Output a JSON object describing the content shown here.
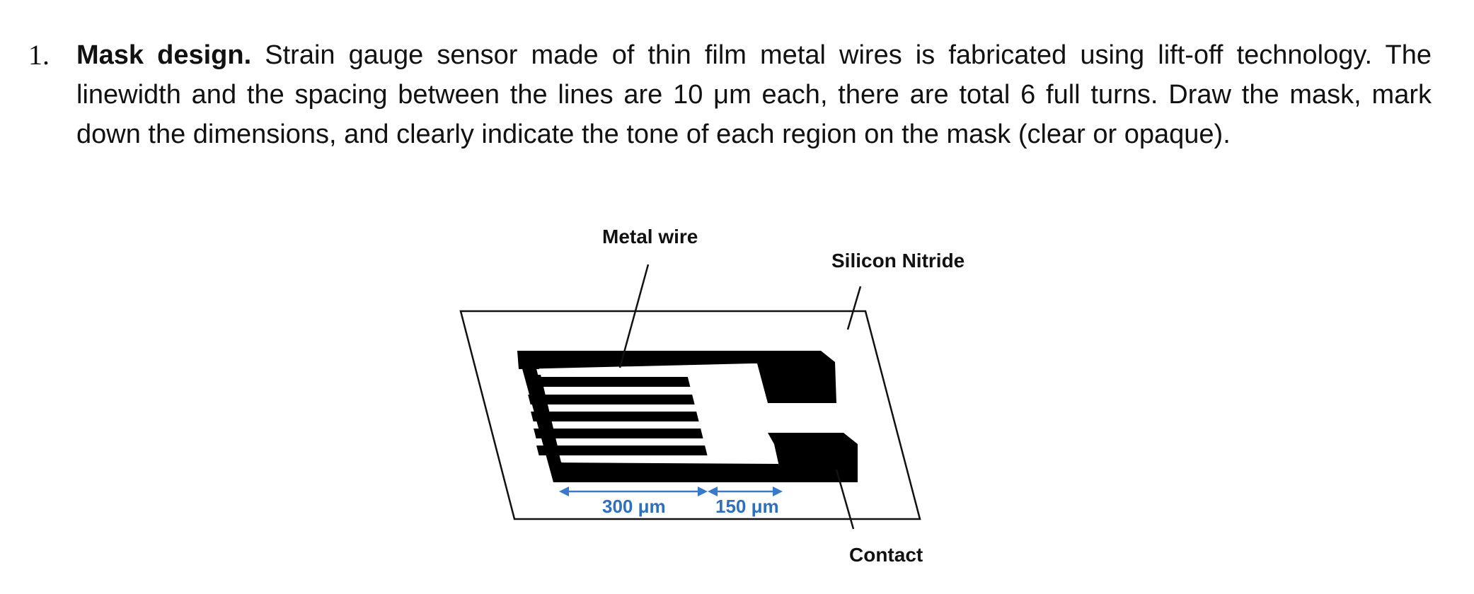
{
  "question": {
    "number": "1.",
    "title": "Mask design.",
    "body": " Strain gauge sensor made of thin film metal wires is fabricated using lift-off technology. The linewidth and the spacing between the lines are 10 μm each, there are total 6 full turns. Draw the mask, mark down the dimensions, and clearly indicate the tone of each region on the mask (clear or opaque)."
  },
  "figure": {
    "labels": {
      "metal_wire": "Metal wire",
      "silicon_nitride": "Silicon Nitride",
      "contact": "Contact"
    },
    "dimensions": {
      "serpentine_length": "300 μm",
      "contact_gap": "150 μm"
    },
    "colors": {
      "metal": "#000000",
      "outline": "#111111",
      "dimension_arrow": "#3a78c9"
    }
  }
}
